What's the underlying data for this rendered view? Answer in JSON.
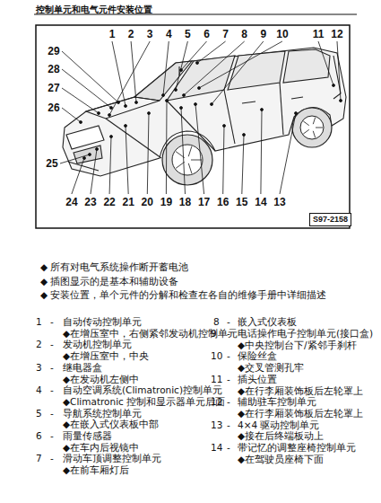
{
  "diagram": {
    "title": "控制单元和电气元件安装位置",
    "nodes": [
      {
        "text": [
          "S97-2158"
        ]
      }
    ],
    "labels": [
      "1",
      "2",
      "3",
      "4",
      "5",
      "6",
      "7",
      "8",
      "9",
      "10",
      "11",
      "12",
      "13",
      "14",
      "15",
      "16",
      "17",
      "18",
      "19",
      "20",
      "21",
      "22",
      "23",
      "24",
      "25",
      "26",
      "27",
      "28",
      "29",
      "◆ 所有对电气系统操作断开蓄电池",
      "◆ 插图显示的是基本和辅助设备",
      "◆ 安装位置，单个元件的分解和检查在各自的维修手册中详细描述",
      "1",
      "-",
      "自动传动控制单元",
      "◆在增压室中，右侧紧邻发动机控制单元",
      "2",
      "-",
      "发动机控制单元",
      "◆在增压室中，中央",
      "3",
      "-",
      "继电器盒",
      "◆在发动机左侧中",
      "4",
      "-",
      "自动空调系统(Climatronic)控制单元",
      "◆Climatronic 控制和显示器单元后面",
      "5",
      "-",
      "导航系统控制单元",
      "◆在嵌入式仪表板中部",
      "6",
      "-",
      "雨量传感器",
      "◆在车内后视镜中",
      "7",
      "-",
      "滑动车顶调整控制单元",
      "◆在前车厢灯后",
      "8",
      "-",
      "嵌入式仪表板",
      "9",
      "-",
      "电话操作电子控制单元(接口盒)",
      "◆中央控制台下/紧邻手刹杆",
      "10",
      "-",
      "保险丝盒",
      "◆交叉管测孔牢",
      "11",
      "-",
      "插头位置",
      "◆在行李厢装饰板后左轮罩上",
      "12",
      "-",
      "辅助驻车控制单元",
      "◆在行李厢装饰板后左轮罩上",
      "13",
      "-",
      "4×4 驱动控制单元",
      "◆接在后终端板动上",
      "14",
      "-",
      "带记忆的调整座椅控制单元",
      "◆在驾驶员座椅下面"
    ]
  }
}
